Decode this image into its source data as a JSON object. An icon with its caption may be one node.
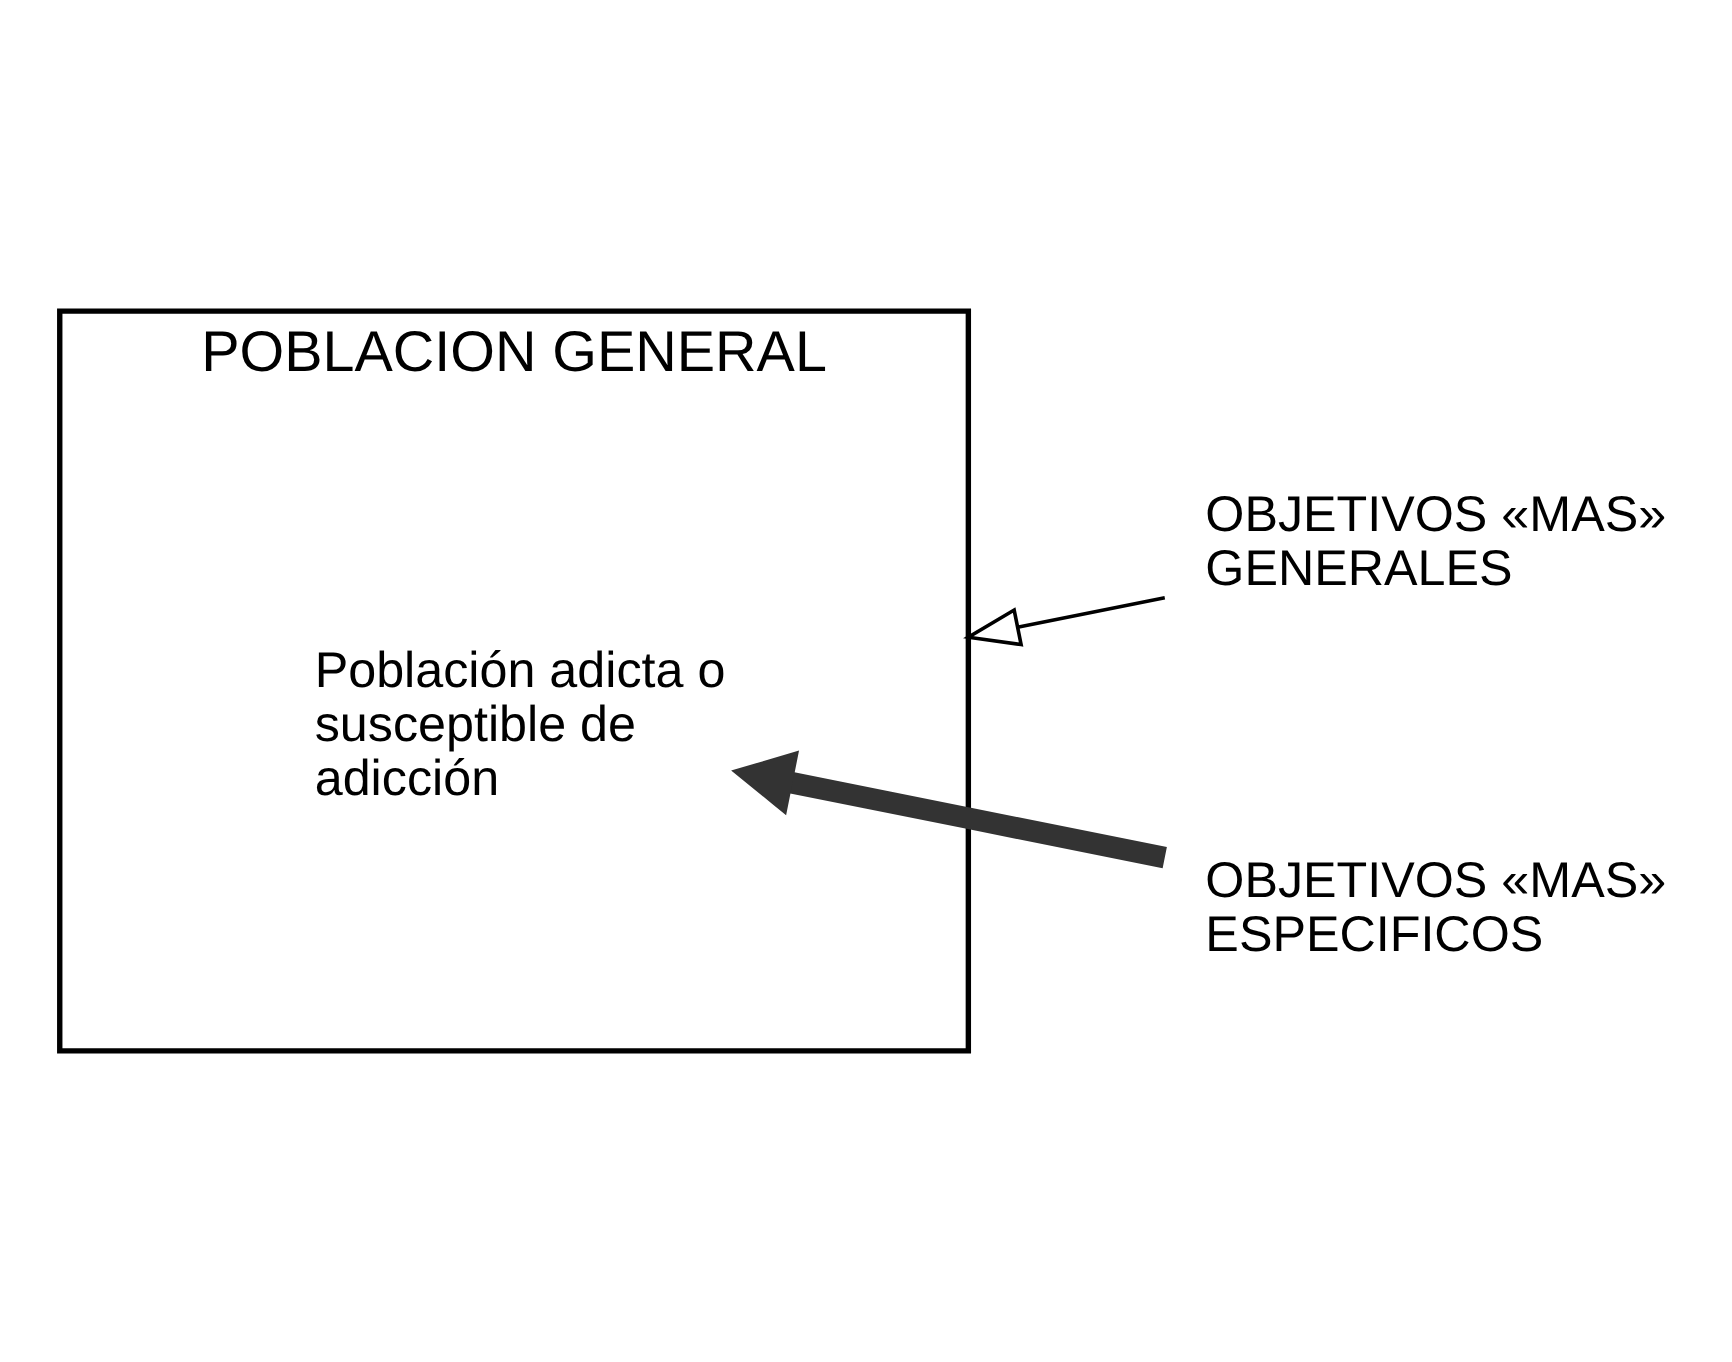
{
  "diagram": {
    "nodes": [
      {
        "text": [
          "POBLACION GENERAL"
        ]
      },
      {
        "text": [
          "Población adicta o susceptible de adicción"
        ],
        "in": 0
      },
      {
        "text": [
          "OBJETIVOS «MAS» GENERALES"
        ]
      },
      {
        "text": [
          "OBJETIVOS «MAS» ESPECIFICOS"
        ]
      }
    ],
    "edges": [
      {
        "from": 2,
        "to": 0,
        "arrow": "to"
      },
      {
        "from": 3,
        "to": 1,
        "arrow": "to",
        "style": "thick"
      }
    ]
  }
}
